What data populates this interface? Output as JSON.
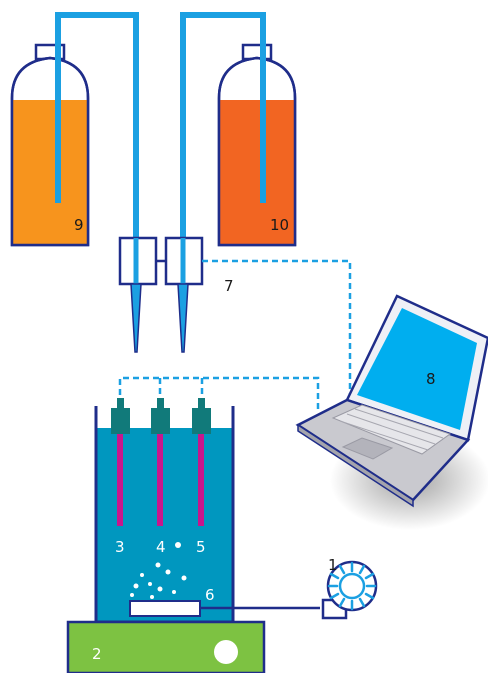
{
  "labels": {
    "pump": "1",
    "stirrer": "2",
    "electrode_a": "3",
    "electrode_b": "4",
    "electrode_c": "5",
    "stir_bar": "6",
    "valves": "7",
    "laptop": "8",
    "bottle_left": "9",
    "bottle_right": "10"
  },
  "colors": {
    "tube": "#1ba0e2",
    "outline": "#1f2d8a",
    "bottle_left_fill": "#f7941d",
    "bottle_right_fill": "#f26522",
    "beaker_liquid": "#0097bf",
    "electrode": "#c8168c",
    "electrode_head": "#117a7a",
    "stirrer_base": "#7dc242",
    "laptop_screen": "#00aeef",
    "laptop_body": "#c9c9cf",
    "cable": "#1ba0e2"
  }
}
